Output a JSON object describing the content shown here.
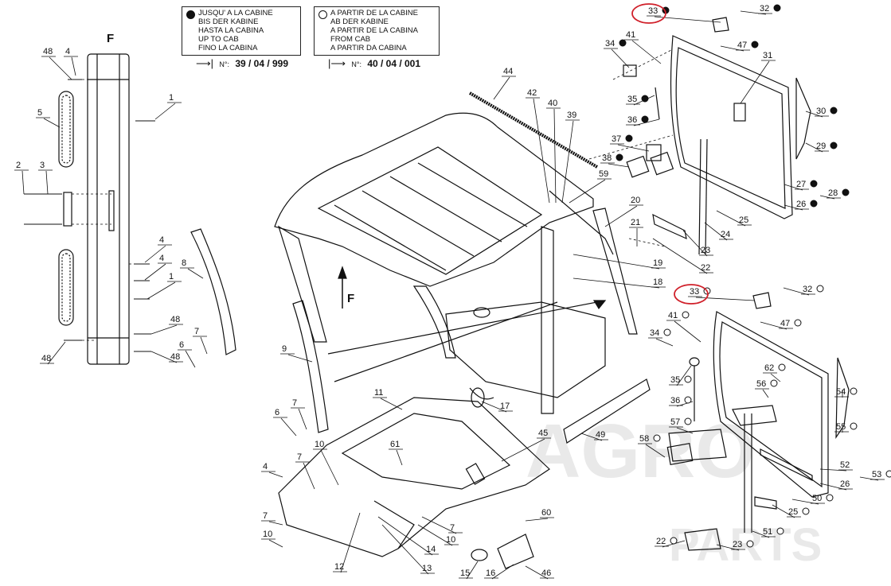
{
  "legends": {
    "before": {
      "bullet": "filled",
      "lines": [
        "JUSQU' A LA CABINE",
        "BIS DER KABINE",
        "HASTA LA CABINA",
        "UP TO CAB",
        "FINO LA CABINA"
      ],
      "no_label": "N°:",
      "no_value": "39 / 04 / 999"
    },
    "after": {
      "bullet": "open",
      "lines": [
        "A PARTIR DE LA CABINE",
        "AB DER KABINE",
        "A PARTIR DE LA CABINA",
        "FROM CAB",
        "A PARTIR DA CABINA"
      ],
      "no_label": "N°:",
      "no_value": "40 / 04 / 001"
    }
  },
  "view_letters": {
    "top_left": "F",
    "arrow": "F"
  },
  "watermark": {
    "line1": "AGRO",
    "line2": "PARTS",
    "color": "#e9e9e9"
  },
  "highlight_color": "#d0202a",
  "callouts": {
    "c48a": "48",
    "c4a": "4",
    "c1a": "1",
    "c5": "5",
    "c2": "2",
    "c3": "3",
    "c4b": "4",
    "c4c": "4",
    "c1b": "1",
    "c48b": "48",
    "c48c": "48",
    "c48d": "48",
    "c8": "8",
    "c7a": "7",
    "c6a": "6",
    "c9": "9",
    "c7b": "7",
    "c6b": "6",
    "c10a": "10",
    "c7c": "7",
    "c4d": "4",
    "c7d": "7",
    "c10b": "10",
    "c12": "12",
    "c13": "13",
    "c14": "14",
    "c61": "61",
    "c7e": "7",
    "c10c": "10",
    "c11": "11",
    "c17": "17",
    "c45": "45",
    "c49": "49",
    "c15": "15",
    "c16": "16",
    "c46": "46",
    "c60": "60",
    "c44": "44",
    "c42": "42",
    "c40": "40",
    "c39": "39",
    "c59": "59",
    "c20": "20",
    "c21": "21",
    "c19": "19",
    "c18": "18",
    "c22a": "22",
    "c23a": "23",
    "c24": "24",
    "c25a": "25",
    "c26a": "26",
    "c27": "27",
    "c28": "28",
    "c29": "29",
    "c30": "30",
    "c31": "31",
    "c32a": "32",
    "c33a": "33",
    "c34a": "34",
    "c35a": "35",
    "c36a": "36",
    "c37": "37",
    "c38": "38",
    "c41a": "41",
    "c47a": "47",
    "c33b": "33",
    "c32b": "32",
    "c41b": "41",
    "c34b": "34",
    "c47b": "47",
    "c35b": "35",
    "c36b": "36",
    "c57": "57",
    "c58": "58",
    "c62": "62",
    "c56": "56",
    "c54": "54",
    "c55": "55",
    "c52": "52",
    "c26b": "26",
    "c53": "53",
    "c50": "50",
    "c25b": "25",
    "c51": "51",
    "c23b": "23",
    "c22b": "22"
  }
}
